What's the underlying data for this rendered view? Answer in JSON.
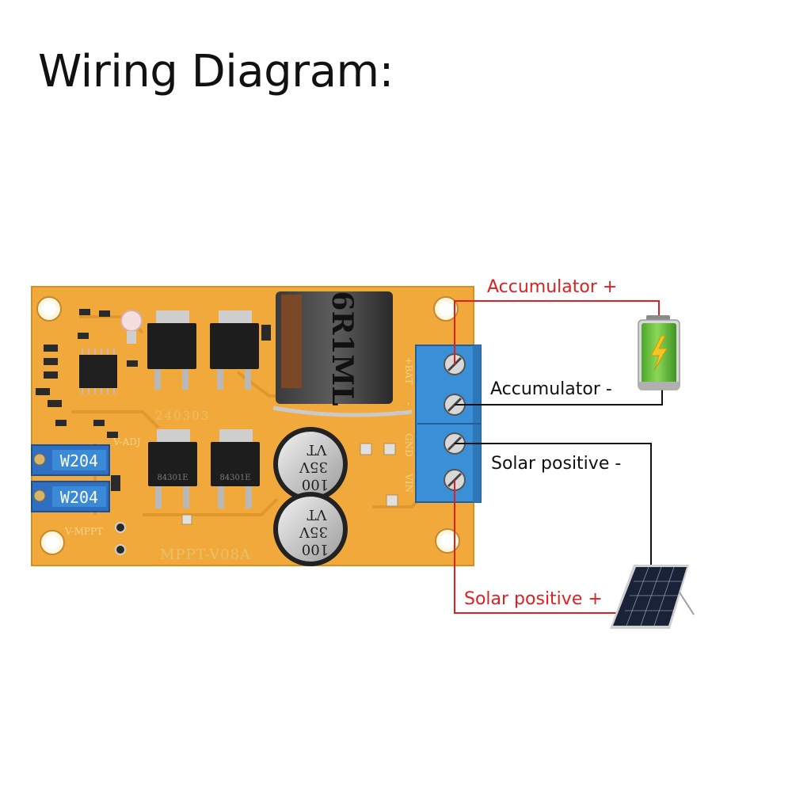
{
  "title": "Wiring Diagram:",
  "labels": {
    "accumulator_positive": "Accumulator +",
    "accumulator_negative": "Accumulator -",
    "solar_negative": "Solar positive -",
    "solar_positive": "Solar positive +"
  },
  "board": {
    "model": "MPPT-V08A",
    "inductor": "6R1ML",
    "date_code": "240303",
    "pot_1": "W204",
    "pot_2": "W204",
    "pot_1_label": "V-ADJ",
    "pot_2_label": "V-MPPT",
    "capacitor_top": [
      "VT",
      "35V",
      "100"
    ],
    "capacitor_bottom": [
      "VT",
      "35V",
      "100"
    ],
    "mosfet_bottom_1": "84301E",
    "mosfet_bottom_2": "84301E",
    "terminal_labels": [
      "+BAT",
      "-",
      "GND",
      "VIN"
    ]
  },
  "colors": {
    "wire_positive": "#e02020",
    "wire_negative": "#111111",
    "label_positive": "#e02020",
    "label_negative": "#111111",
    "pcb": "#f2a93b",
    "terminal_block": "#3a8fd6",
    "battery": "#6ac33a"
  },
  "icons": {
    "battery": "battery-charging-icon",
    "solar_panel": "solar-panel-icon"
  }
}
